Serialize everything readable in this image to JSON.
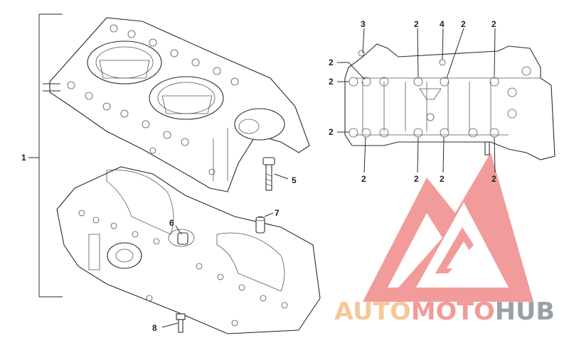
{
  "diagram": {
    "callouts": [
      {
        "id": "c1",
        "label": "1"
      },
      {
        "id": "c3",
        "label": "3"
      },
      {
        "id": "c4",
        "label": "4"
      },
      {
        "id": "c5",
        "label": "5"
      },
      {
        "id": "c6",
        "label": "6"
      },
      {
        "id": "c7",
        "label": "7"
      },
      {
        "id": "c8",
        "label": "8"
      },
      {
        "id": "c2",
        "label": "2"
      }
    ]
  },
  "watermark": {
    "part1": "AUTO",
    "part2": "MOTO",
    "part3": "HUB",
    "colors": {
      "auto": "#f5c89a",
      "moto": "#f29a9a",
      "hub": "#9aa0a6",
      "logo": "#f08a8a"
    }
  }
}
